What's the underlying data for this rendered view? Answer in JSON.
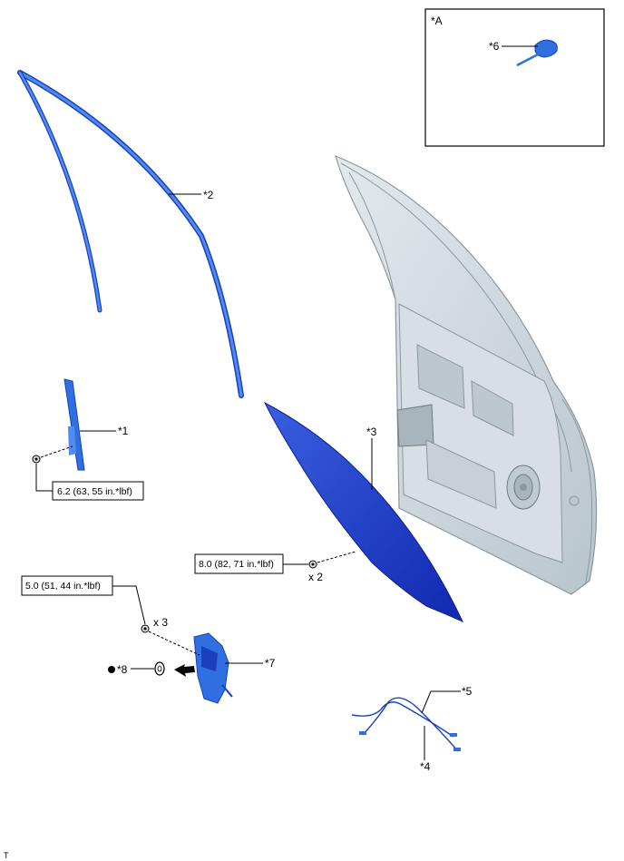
{
  "inset": {
    "title": "*A",
    "part_label": "*6"
  },
  "parts": {
    "p1": "*1",
    "p2": "*2",
    "p3": "*3",
    "p4": "*4",
    "p5": "*5",
    "p7": "*7",
    "p8": "*8"
  },
  "torques": {
    "t1": "6.2 (63, 55 in.*lbf)",
    "t2": "8.0 (82, 71 in.*lbf)",
    "t3": "5.0 (51, 44 in.*lbf)"
  },
  "quantities": {
    "q_bolts_glass": "x 2",
    "q_bolts_regulator": "x 3"
  },
  "footer_mark": "T",
  "colors": {
    "part_blue": "#2f6fe0",
    "part_blue_dark": "#1a3fbf",
    "door_gray": "#c9d3da",
    "door_edge": "#8b979f"
  }
}
